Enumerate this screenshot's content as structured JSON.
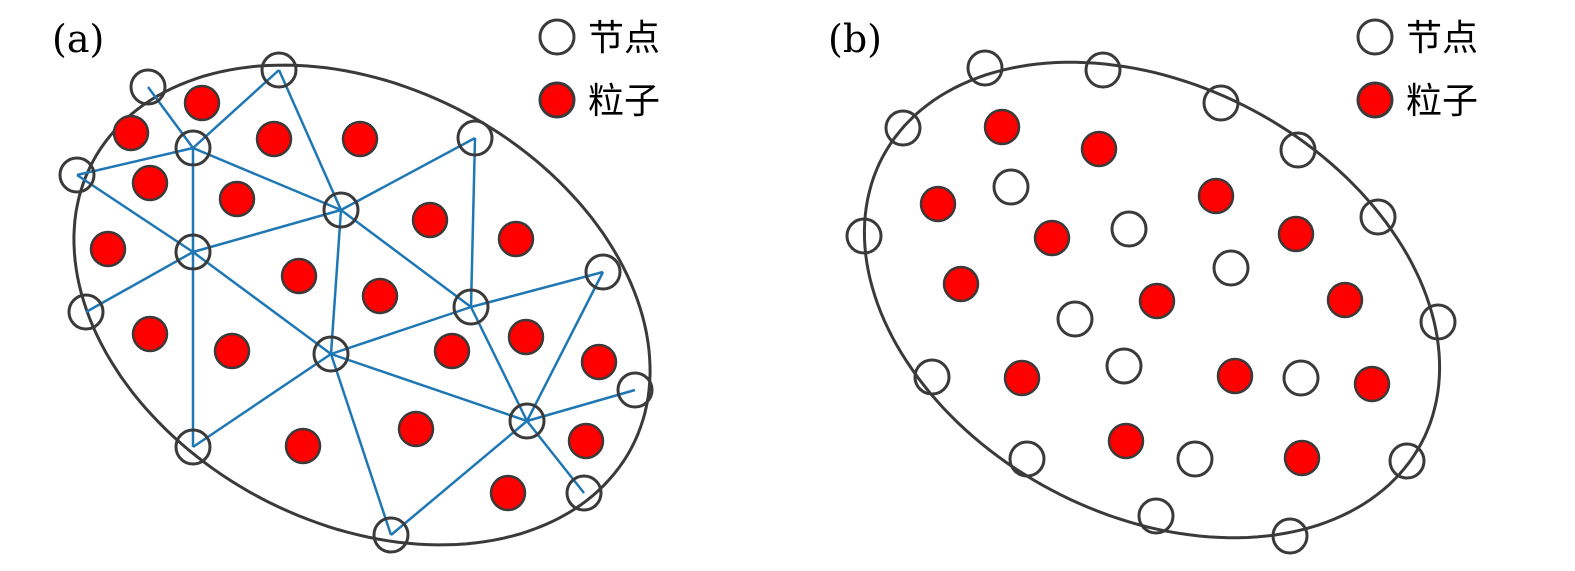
{
  "panels": [
    {
      "label": "(a)",
      "legend": {
        "node": "节点",
        "particle": "粒子"
      }
    },
    {
      "label": "(b)",
      "legend": {
        "node": "节点",
        "particle": "粒子"
      }
    }
  ],
  "colors": {
    "node_stroke": "#3a3a3a",
    "particle_fill": "#ff0000",
    "edge": "#1f77b4",
    "boundary": "#3a3a3a"
  }
}
